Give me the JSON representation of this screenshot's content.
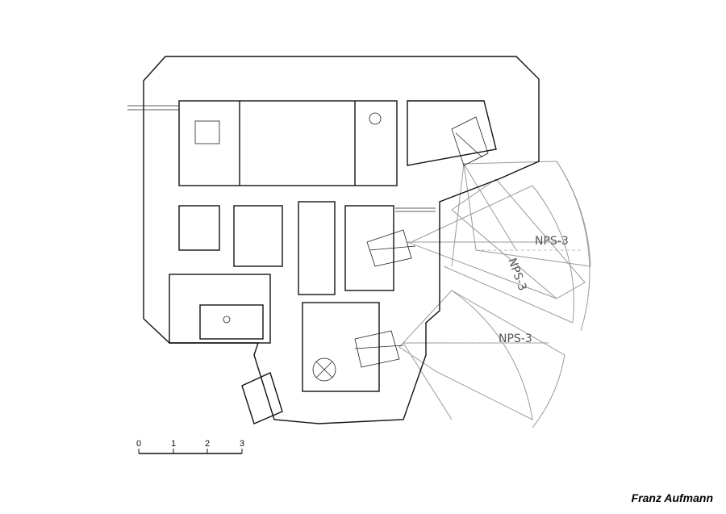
{
  "drawing": {
    "sector_labels": [
      "NPS-3",
      "NPS-3",
      "NPS-3"
    ],
    "scale_bar": {
      "ticks": [
        "0",
        "1",
        "2",
        "3"
      ]
    }
  },
  "credit": "Franz Aufmann",
  "colors": {
    "walls": "#111111",
    "field_of_fire": "#9a9a9a",
    "background": "#ffffff"
  }
}
